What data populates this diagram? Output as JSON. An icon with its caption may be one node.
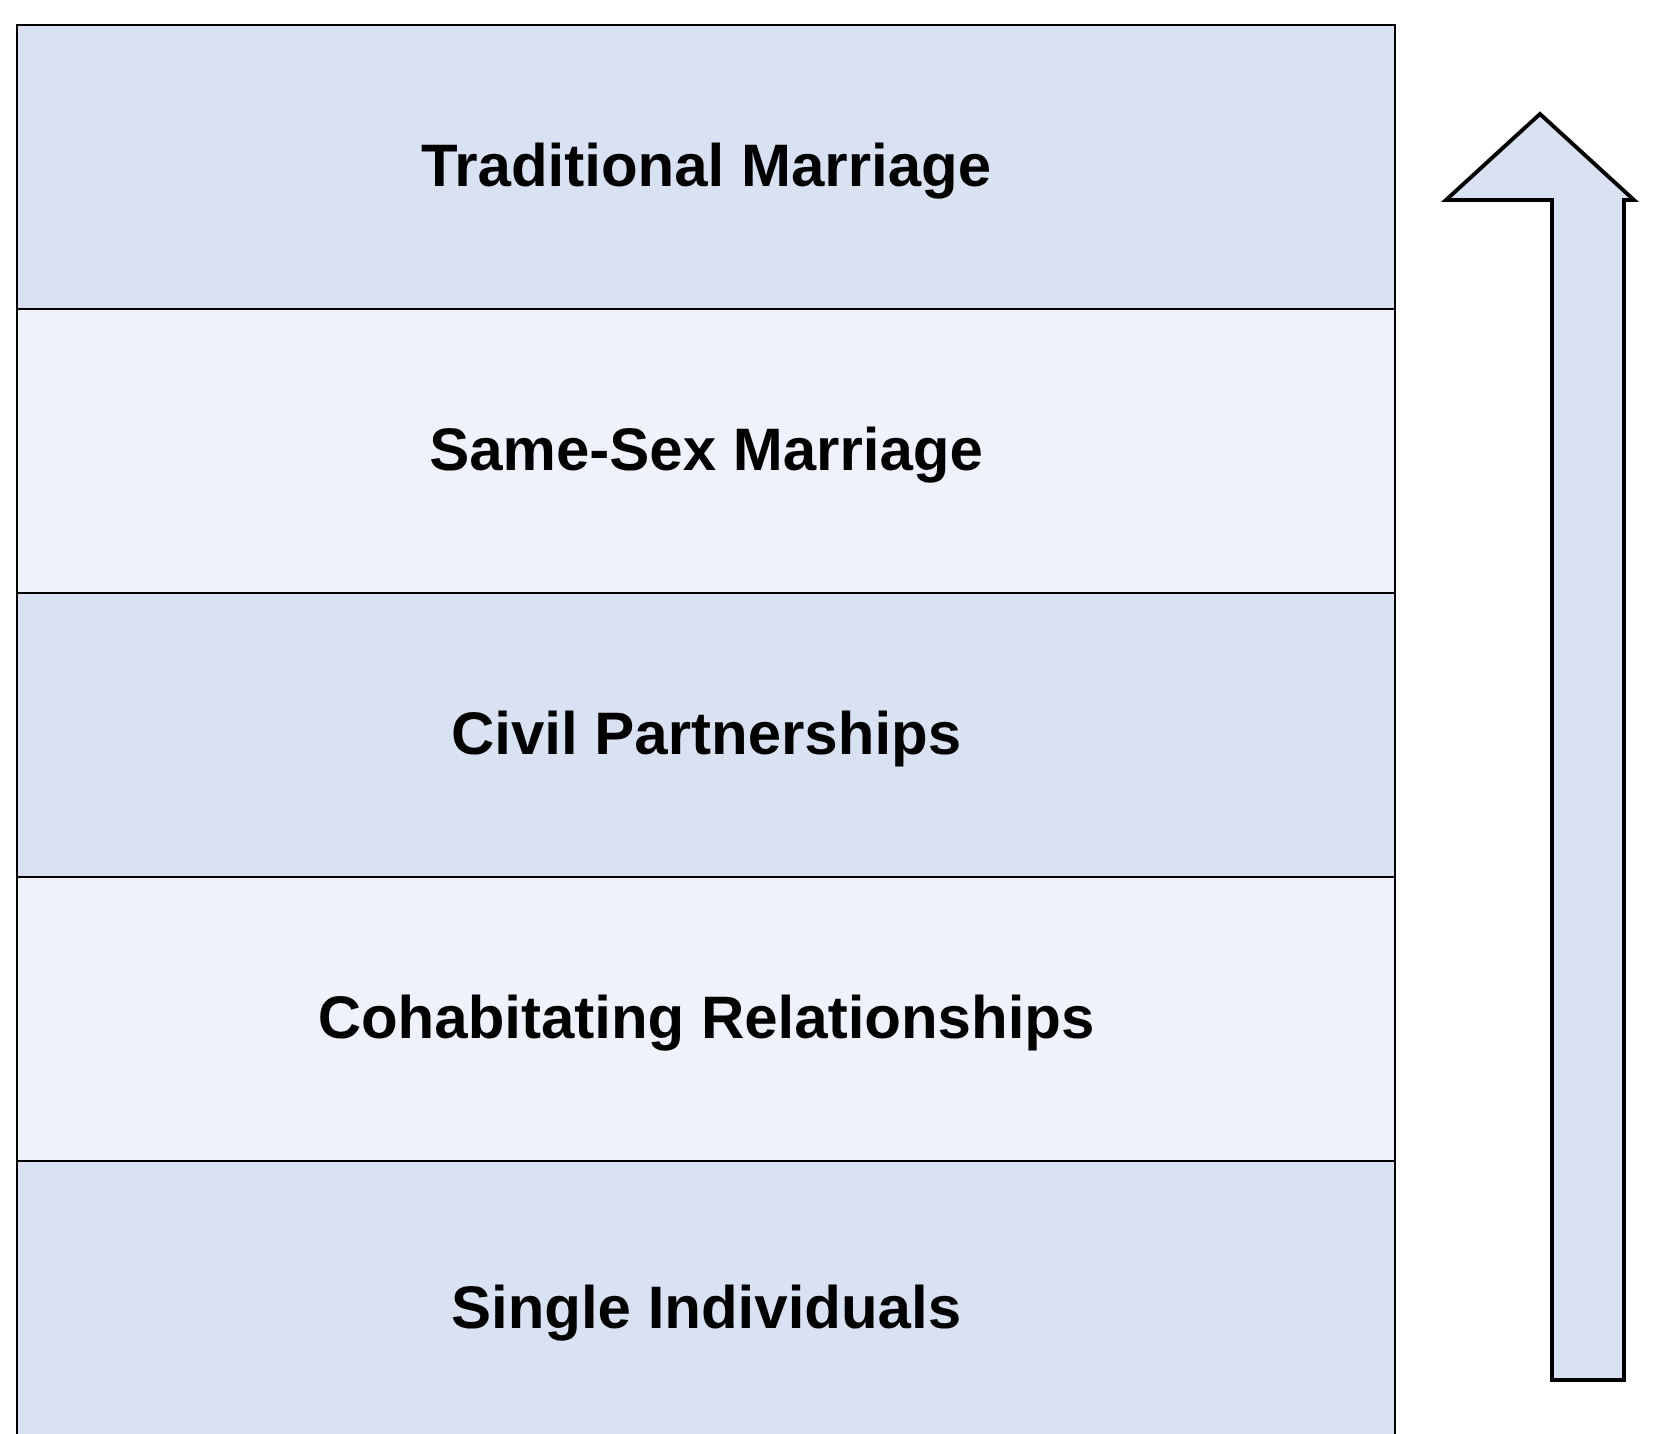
{
  "diagram": {
    "nodes": [
      {
        "text": [
          "Traditional Marriage"
        ]
      },
      {
        "text": [
          "Same-Sex Marriage"
        ]
      },
      {
        "text": [
          "Civil Partnerships"
        ]
      },
      {
        "text": [
          "Cohabitating Relationships"
        ]
      },
      {
        "text": [
          "Single Individuals"
        ]
      }
    ]
  }
}
